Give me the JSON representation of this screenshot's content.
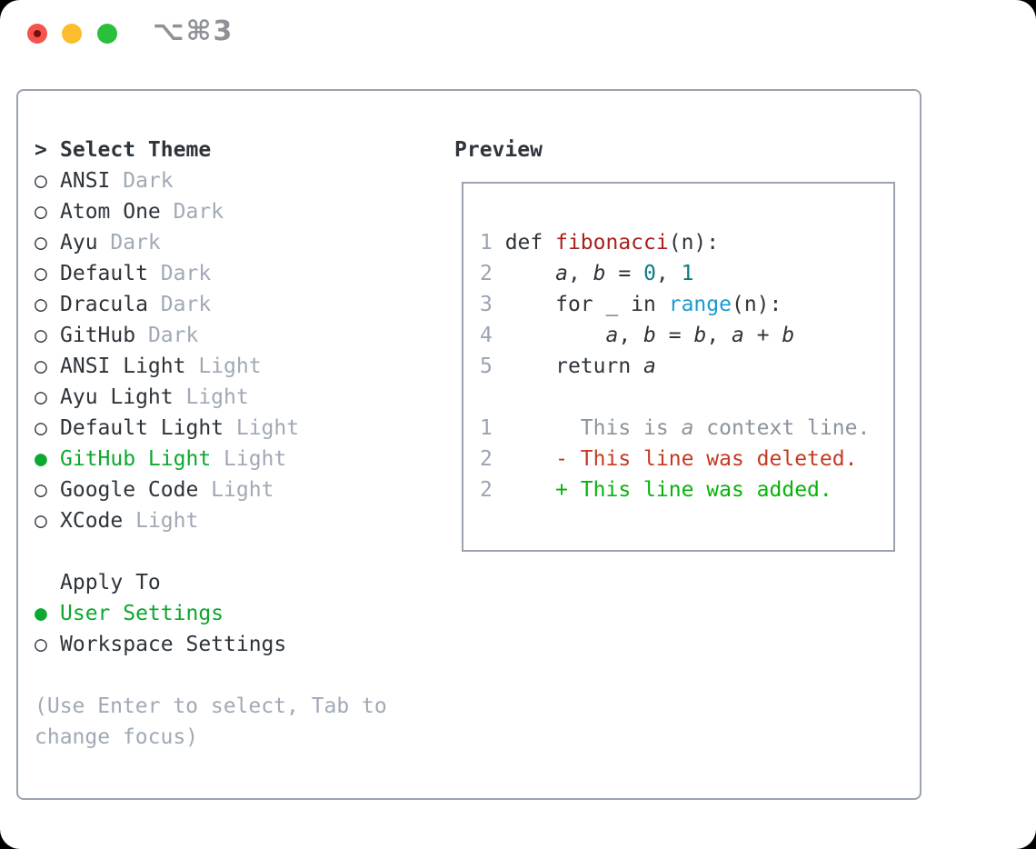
{
  "window": {
    "title": "⌥⌘3",
    "buttons": [
      "close",
      "minimize",
      "zoom"
    ]
  },
  "left_panel": {
    "header": {
      "marker": ">",
      "label": "Select Theme"
    },
    "themes": [
      {
        "marker": "○",
        "name": "ANSI",
        "badge": "Dark",
        "selected": false
      },
      {
        "marker": "○",
        "name": "Atom One",
        "badge": "Dark",
        "selected": false
      },
      {
        "marker": "○",
        "name": "Ayu",
        "badge": "Dark",
        "selected": false
      },
      {
        "marker": "○",
        "name": "Default",
        "badge": "Dark",
        "selected": false
      },
      {
        "marker": "○",
        "name": "Dracula",
        "badge": "Dark",
        "selected": false
      },
      {
        "marker": "○",
        "name": "GitHub",
        "badge": "Dark",
        "selected": false
      },
      {
        "marker": "○",
        "name": "ANSI Light",
        "badge": "Light",
        "selected": false
      },
      {
        "marker": "○",
        "name": "Ayu Light",
        "badge": "Light",
        "selected": false
      },
      {
        "marker": "○",
        "name": "Default Light",
        "badge": "Light",
        "selected": false
      },
      {
        "marker": "●",
        "name": "GitHub Light",
        "badge": "Light",
        "selected": true
      },
      {
        "marker": "○",
        "name": "Google Code",
        "badge": "Light",
        "selected": false
      },
      {
        "marker": "○",
        "name": "XCode",
        "badge": "Light",
        "selected": false
      }
    ],
    "apply_to": {
      "header": "Apply To",
      "options": [
        {
          "marker": "●",
          "label": "User Settings",
          "selected": true
        },
        {
          "marker": "○",
          "label": "Workspace Settings",
          "selected": false
        }
      ]
    },
    "help_lines": [
      "(Use Enter to select, Tab to",
      "change focus)"
    ]
  },
  "preview": {
    "header": "Preview",
    "lines": [
      {
        "no": "1",
        "segs": [
          [
            "def ",
            "p"
          ],
          [
            "fibonacci",
            "fn"
          ],
          [
            "(n):",
            "p"
          ]
        ]
      },
      {
        "no": "2",
        "segs": [
          [
            "    ",
            "p"
          ],
          [
            "a",
            "var"
          ],
          [
            ", ",
            "p"
          ],
          [
            "b",
            "var"
          ],
          [
            " = ",
            "p"
          ],
          [
            "0",
            "num"
          ],
          [
            ", ",
            "p"
          ],
          [
            "1",
            "num"
          ]
        ]
      },
      {
        "no": "3",
        "segs": [
          [
            "    for _ in ",
            "p"
          ],
          [
            "range",
            "bi"
          ],
          [
            "(n):",
            "p"
          ]
        ]
      },
      {
        "no": "4",
        "segs": [
          [
            "        ",
            "p"
          ],
          [
            "a",
            "var"
          ],
          [
            ", ",
            "p"
          ],
          [
            "b",
            "var"
          ],
          [
            " = ",
            "p"
          ],
          [
            "b",
            "var"
          ],
          [
            ", ",
            "p"
          ],
          [
            "a",
            "var"
          ],
          [
            " + ",
            "p"
          ],
          [
            "b",
            "var"
          ]
        ]
      },
      {
        "no": "5",
        "segs": [
          [
            "    return ",
            "p"
          ],
          [
            "a",
            "var"
          ]
        ]
      },
      {
        "no": "",
        "segs": []
      },
      {
        "no": "1",
        "segs": [
          [
            "      This is ",
            "ctx"
          ],
          [
            "a",
            "cvar"
          ],
          [
            " context line.",
            "ctx"
          ]
        ]
      },
      {
        "no": "2",
        "segs": [
          [
            "    - This line was deleted.",
            "del"
          ]
        ]
      },
      {
        "no": "2",
        "segs": [
          [
            "    + This line was added.",
            "add"
          ]
        ]
      }
    ]
  },
  "colors": {
    "accent_green": "#0ca82f",
    "added_green": "#07b30b",
    "deleted_red": "#c43a21",
    "function_red": "#a8201d",
    "number_teal": "#0b7d80",
    "builtin_blue": "#1b9ad2",
    "text_dark": "#2e343b",
    "muted_gray": "#a0a9b5",
    "context_gray": "#8b949d",
    "lineno_gray": "#9aa4b2",
    "border_gray": "#9aa3ae",
    "title_gray": "#8e9296",
    "traffic_red": "#f4544c",
    "traffic_yellow": "#fbbd2c",
    "traffic_green": "#2ac03c"
  }
}
